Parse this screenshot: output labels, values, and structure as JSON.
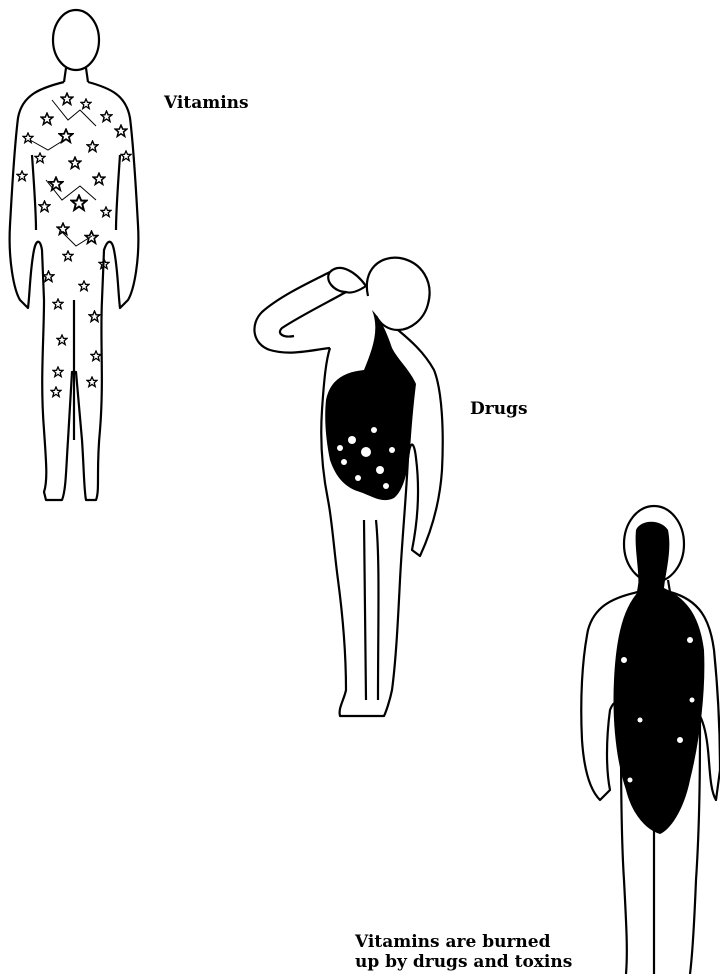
{
  "labels": {
    "vitamins": "Vitamins",
    "drugs": "Drugs"
  },
  "caption": {
    "line1": "Vitamins are burned",
    "line2": "up by drugs and toxins"
  },
  "figures": [
    {
      "name": "body-with-vitamins",
      "fill": "star-pattern"
    },
    {
      "name": "body-taking-drugs",
      "fill": "dark-mass"
    },
    {
      "name": "body-burned-up",
      "fill": "mostly-dark"
    }
  ],
  "colors": {
    "ink": "#000000",
    "paper": "#ffffff"
  }
}
